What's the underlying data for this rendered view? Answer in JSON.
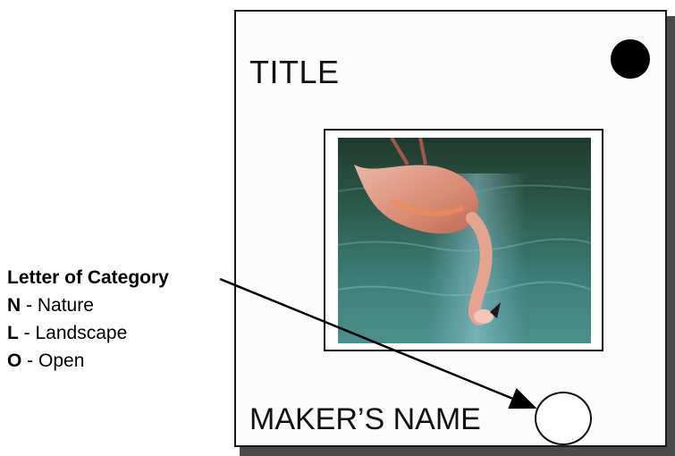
{
  "card": {
    "title": "TITLE",
    "maker_name": "MAKER’S NAME"
  },
  "legend": {
    "heading": "Letter of Category",
    "items": [
      {
        "key": "N",
        "sep": " - ",
        "label": "Nature"
      },
      {
        "key": "L",
        "sep": " - ",
        "label": "Landscape"
      },
      {
        "key": "O",
        "sep": " - ",
        "label": "Open"
      }
    ]
  },
  "photo": {
    "subject": "flamingo-upside-down"
  }
}
